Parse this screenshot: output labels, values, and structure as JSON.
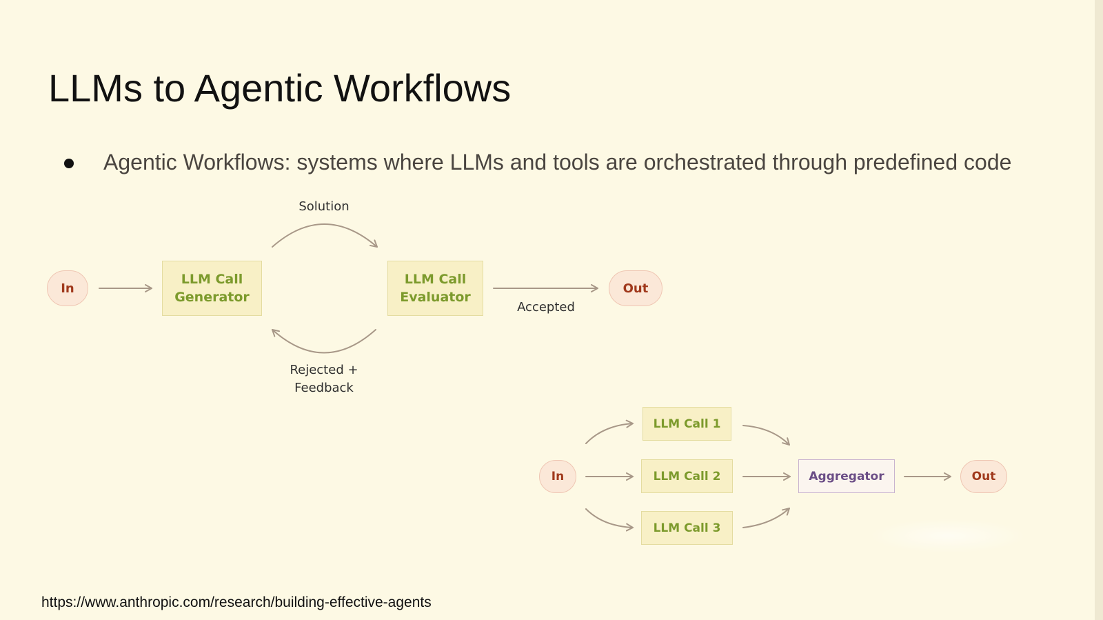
{
  "slide": {
    "title": "LLMs to Agentic Workflows",
    "bullet": "Agentic Workflows: systems where LLMs and tools are orchestrated through predefined code",
    "footer_link": "https://www.anthropic.com/research/building-effective-agents"
  },
  "evaluator_optimizer": {
    "in_label": "In",
    "generator_line1": "LLM Call",
    "generator_line2": "Generator",
    "evaluator_line1": "LLM Call",
    "evaluator_line2": "Evaluator",
    "out_label": "Out",
    "solution_label": "Solution",
    "accepted_label": "Accepted",
    "rejected_line1": "Rejected +",
    "rejected_line2": "Feedback"
  },
  "parallelization": {
    "in_label": "In",
    "call1": "LLM Call 1",
    "call2": "LLM Call 2",
    "call3": "LLM Call 3",
    "aggregator": "Aggregator",
    "out_label": "Out"
  },
  "colors": {
    "background": "#fdf9e4",
    "pill_fill": "#fbe8d8",
    "pill_text": "#a0391c",
    "llm_box_fill": "#f8f0c6",
    "llm_box_text": "#7c9a2c",
    "aggregator_text": "#6b4d86",
    "arrow": "#a89888"
  }
}
